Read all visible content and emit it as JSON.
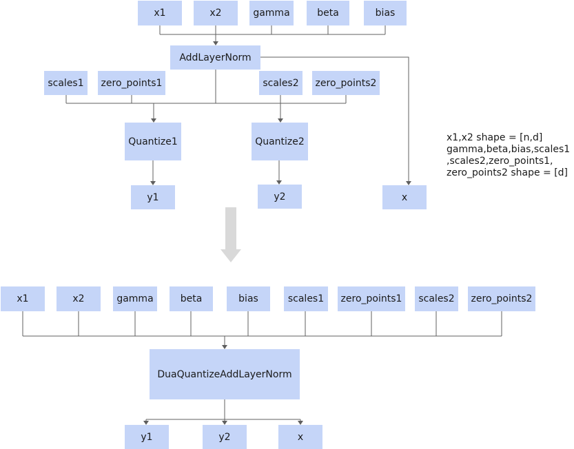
{
  "top": {
    "inputs": [
      "x1",
      "x2",
      "gamma",
      "beta",
      "bias"
    ],
    "addlayernorm": "AddLayerNorm",
    "scales1": "scales1",
    "zero_points1": "zero_points1",
    "scales2": "scales2",
    "zero_points2": "zero_points2",
    "quantize1": "Quantize1",
    "quantize2": "Quantize2",
    "y1": "y1",
    "y2": "y2",
    "x": "x"
  },
  "note": {
    "lines": [
      "x1,x2 shape = [n,d]",
      "gamma,beta,bias,scales1",
      ",scales2,zero_points1,",
      "zero_points2 shape = [d]"
    ]
  },
  "bottom": {
    "inputs": [
      "x1",
      "x2",
      "gamma",
      "beta",
      "bias",
      "scales1",
      "zero_points1",
      "scales2",
      "zero_points2"
    ],
    "fused_op": "DuaQuantizeAddLayerNorm",
    "outputs": [
      "y1",
      "y2",
      "x"
    ]
  },
  "colors": {
    "box_fill": "#c5d5f8",
    "line": "#5f5f5f",
    "transform_arrow": "#d9d9d9"
  }
}
